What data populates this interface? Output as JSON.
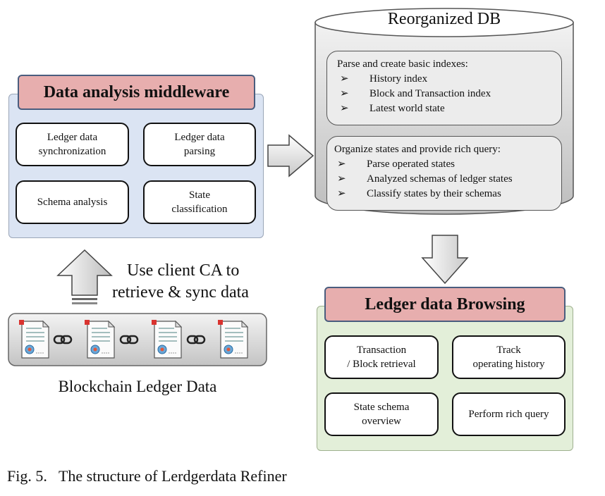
{
  "middleware": {
    "title": "Data analysis middleware",
    "boxes": [
      "Ledger data\nsynchronization",
      "Ledger data\nparsing",
      "Schema analysis",
      "State\nclassification"
    ]
  },
  "db": {
    "title": "Reorganized DB",
    "group1": {
      "heading": "Parse and create basic indexes:",
      "items": [
        "History index",
        "Block and Transaction index",
        "Latest world state"
      ]
    },
    "group2": {
      "heading": "Organize states and provide rich query:",
      "items": [
        "Parse operated states",
        "Analyzed schemas of ledger states",
        "Classify states by their schemas"
      ]
    },
    "bullet": "➢"
  },
  "sync_label": {
    "line1": "Use client CA to",
    "line2": "retrieve & sync data"
  },
  "ledger": {
    "label": "Blockchain Ledger Data"
  },
  "browsing": {
    "title": "Ledger data Browsing",
    "boxes": [
      "Transaction\n/ Block retrieval",
      "Track\noperating history",
      "State schema\noverview",
      "Perform rich query"
    ]
  },
  "caption": "Fig. 5.   The structure of Lerdgerdata Refiner",
  "colors": {
    "middleware_panel": "#dbe4f3",
    "browsing_panel": "#e3efd9",
    "title_fill": "#e7aeae",
    "db_fill": "#d8d8d8"
  }
}
